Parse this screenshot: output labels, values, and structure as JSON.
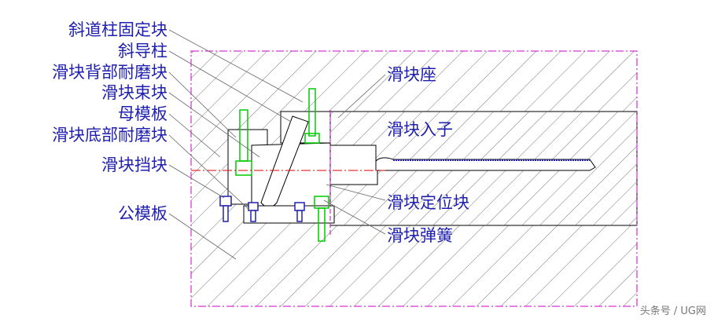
{
  "labels_left": [
    "斜道柱固定块",
    "斜导柱",
    "滑块背部耐磨块",
    "滑块束块",
    "母模板",
    "滑块底部耐磨块",
    "滑块挡块",
    "公模板"
  ],
  "labels_right": [
    "滑块座",
    "滑块入子",
    "滑块定位块",
    "滑块弹簧"
  ],
  "watermark": "头条号 / UG网",
  "colors": {
    "label": "#2020b0",
    "outline": "#000000",
    "bolt": "#00cc00",
    "centerline": "#e00000",
    "boundary": "#cc00cc",
    "hatch": "#555555"
  }
}
